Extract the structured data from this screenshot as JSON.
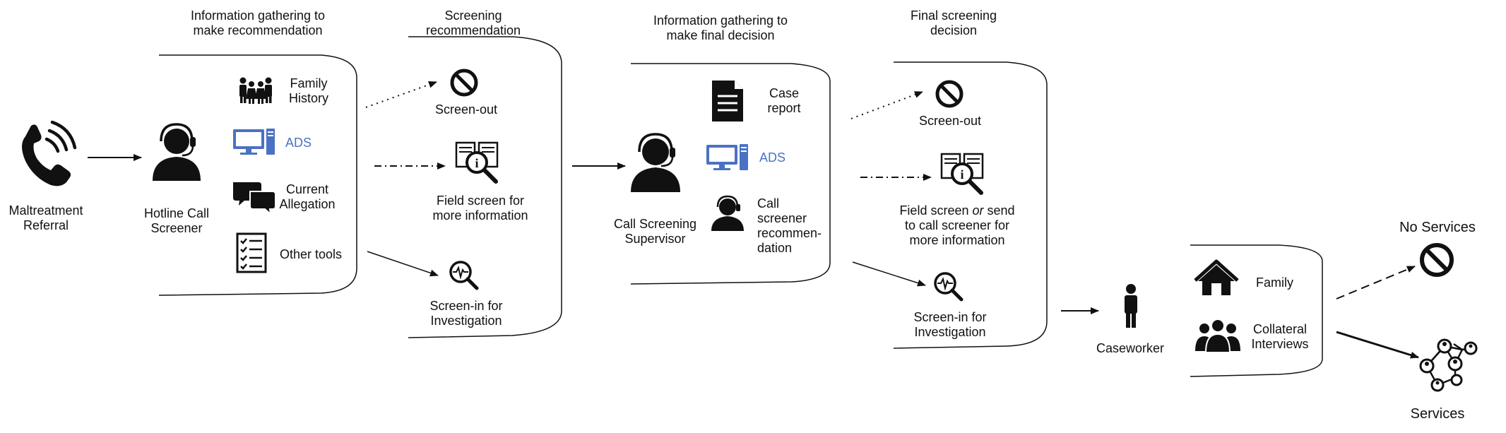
{
  "headers": {
    "h1": [
      "Information gathering to",
      "make recommendation"
    ],
    "h2": [
      "Screening",
      "recommendation"
    ],
    "h3": [
      "Information gathering to",
      "make final decision"
    ],
    "h4": [
      "Final screening",
      "decision"
    ]
  },
  "actors": {
    "referral": [
      "Maltreatment",
      "Referral"
    ],
    "screener": [
      "Hotline Call",
      "Screener"
    ],
    "supervisor": [
      "Call Screening",
      "Supervisor"
    ],
    "caseworker": "Caseworker"
  },
  "stage1_items": {
    "family_history": [
      "Family",
      "History"
    ],
    "ads": "ADS",
    "current_allegation": [
      "Current",
      "Allegation"
    ],
    "other_tools": "Other tools"
  },
  "stage2_outcomes": {
    "screen_out": "Screen-out",
    "field_screen": [
      "Field screen for",
      "more information"
    ],
    "screen_in": [
      "Screen-in for",
      "Investigation"
    ]
  },
  "stage3_items": {
    "case_report": [
      "Case",
      "report"
    ],
    "ads": "ADS",
    "call_screener_rec": [
      "Call",
      "screener",
      "recommen-",
      "dation"
    ]
  },
  "stage4_outcomes": {
    "screen_out": "Screen-out",
    "field_screen": {
      "line1_a": "Field screen ",
      "line1_or": "or",
      "line1_b": " send",
      "line2": "to call screener for",
      "line3": "more information"
    },
    "screen_in": [
      "Screen-in for",
      "Investigation"
    ]
  },
  "stage5_items": {
    "family": "Family",
    "collateral": [
      "Collateral",
      "Interviews"
    ]
  },
  "final_outcomes": {
    "no_services": "No Services",
    "services": "Services"
  },
  "colors": {
    "ads_blue": "#4a72c4",
    "ink": "#111111"
  }
}
